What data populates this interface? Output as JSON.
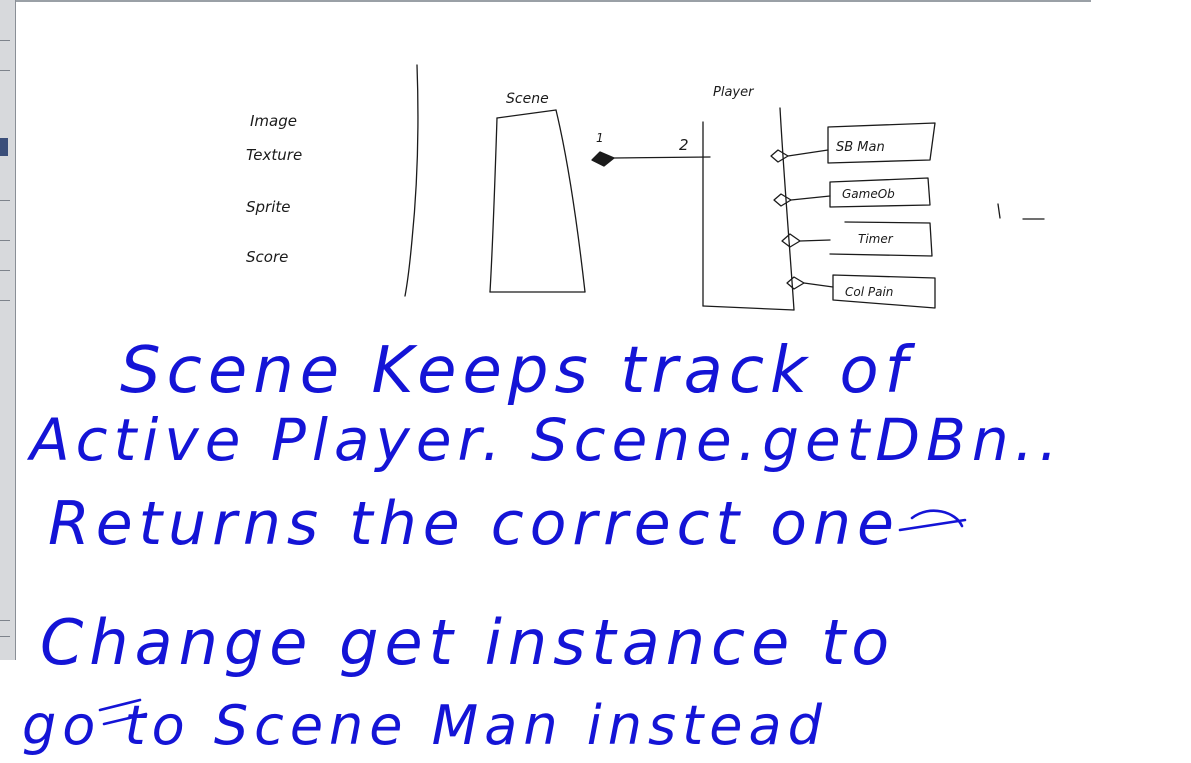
{
  "whiteboard": {
    "ink_colors": {
      "pencil": "#1b1b1b",
      "pen": "#1414d6"
    },
    "left_labels": [
      "Image",
      "Texture",
      "Sprite",
      "Score"
    ],
    "diagram": {
      "scene_label": "Scene",
      "player_label": "Player",
      "multiplicity_one": "1",
      "multiplicity_two": "2",
      "components": [
        "SB Man",
        "GameOb",
        "Timer",
        "Col Pain"
      ]
    },
    "note_lines": [
      "Scene Keeps track of",
      "Active Player. Scene.getDBn..",
      "Returns the correct one",
      "Change get instance to",
      "go to Scene Man instead"
    ]
  }
}
